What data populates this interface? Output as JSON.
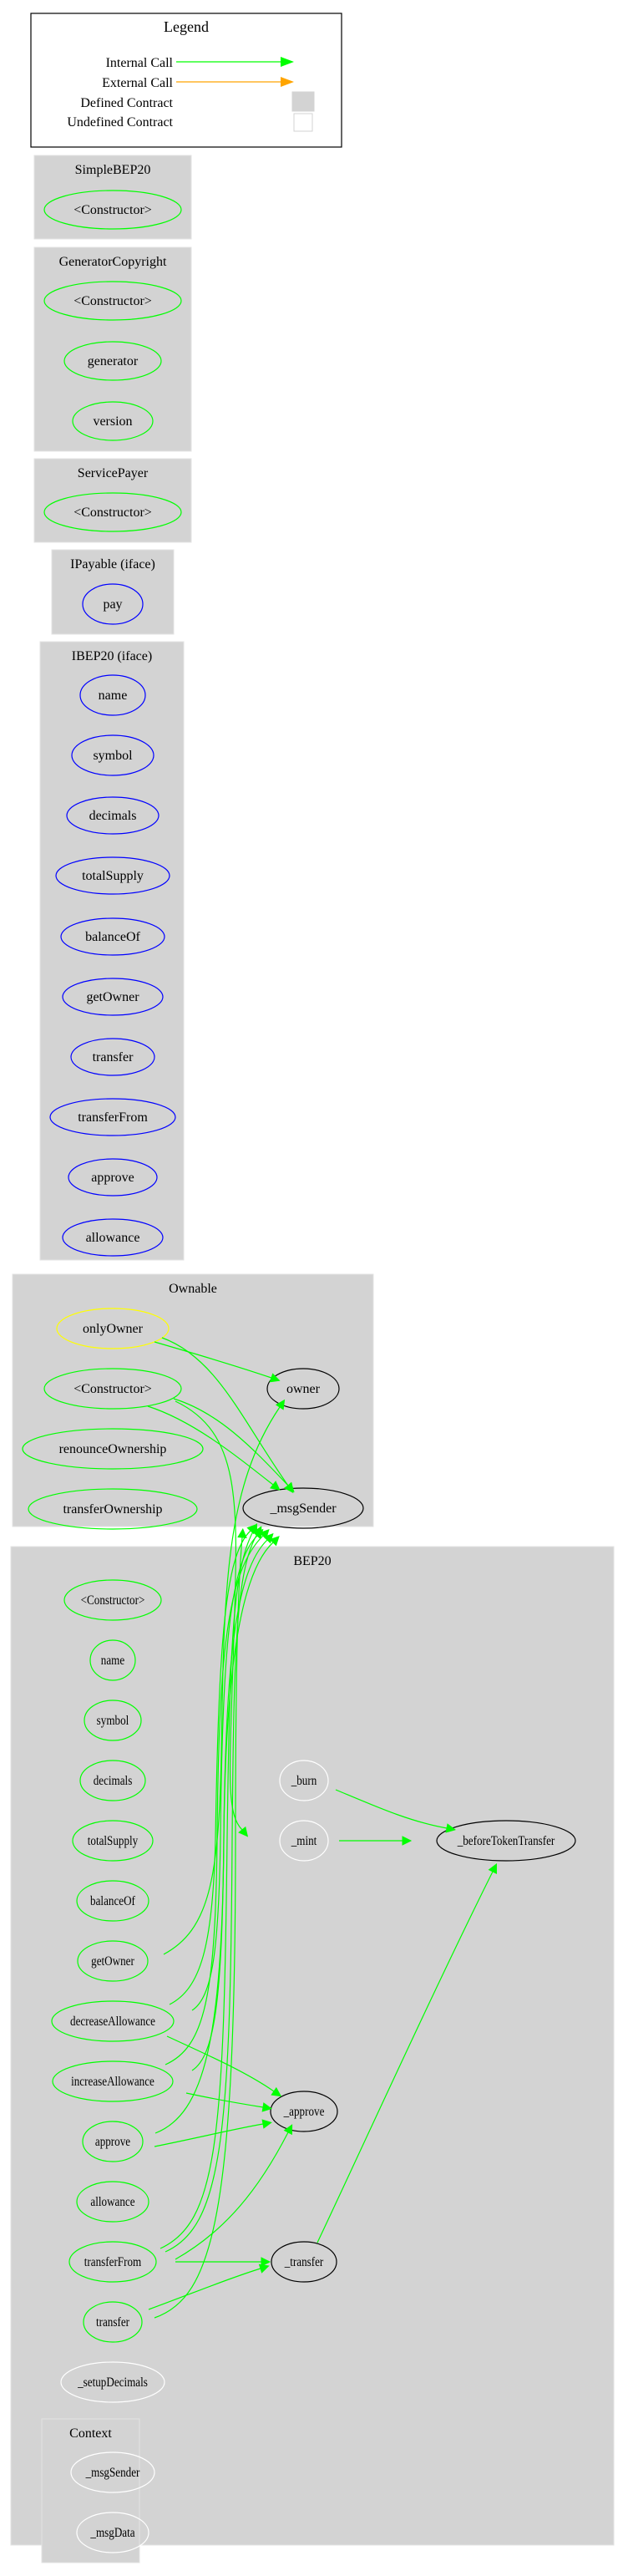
{
  "legend": {
    "title": "Legend",
    "items": [
      {
        "label": "Internal Call",
        "kind": "arrow",
        "color": "#00ff00"
      },
      {
        "label": "External Call",
        "kind": "arrow",
        "color": "#ffa500"
      },
      {
        "label": "Defined Contract",
        "kind": "swatch",
        "fill": "#d3d3d3",
        "stroke": "#d3d3d3"
      },
      {
        "label": "Undefined Contract",
        "kind": "swatch",
        "fill": "#ffffff",
        "stroke": "#d3d3d3"
      }
    ]
  },
  "colors": {
    "public": "#00ff00",
    "interface": "#0000ff",
    "modifier": "#ffff00",
    "internal": "#000000",
    "private": "#ffffff",
    "cluster": "#d3d3d3"
  },
  "clusters": [
    {
      "id": "SimpleBEP20",
      "title": "SimpleBEP20",
      "nodes": [
        {
          "id": "SimpleBEP20.ctor",
          "label": "<Constructor>",
          "kind": "public"
        }
      ]
    },
    {
      "id": "GeneratorCopyright",
      "title": "GeneratorCopyright",
      "nodes": [
        {
          "id": "GeneratorCopyright.ctor",
          "label": "<Constructor>",
          "kind": "public"
        },
        {
          "id": "GeneratorCopyright.generator",
          "label": "generator",
          "kind": "public"
        },
        {
          "id": "GeneratorCopyright.version",
          "label": "version",
          "kind": "public"
        }
      ]
    },
    {
      "id": "ServicePayer",
      "title": "ServicePayer",
      "nodes": [
        {
          "id": "ServicePayer.ctor",
          "label": "<Constructor>",
          "kind": "public"
        }
      ]
    },
    {
      "id": "IPayable",
      "title": "IPayable  (iface)",
      "nodes": [
        {
          "id": "IPayable.pay",
          "label": "pay",
          "kind": "interface"
        }
      ]
    },
    {
      "id": "IBEP20",
      "title": "IBEP20  (iface)",
      "nodes": [
        {
          "id": "IBEP20.name",
          "label": "name",
          "kind": "interface"
        },
        {
          "id": "IBEP20.symbol",
          "label": "symbol",
          "kind": "interface"
        },
        {
          "id": "IBEP20.decimals",
          "label": "decimals",
          "kind": "interface"
        },
        {
          "id": "IBEP20.totalSupply",
          "label": "totalSupply",
          "kind": "interface"
        },
        {
          "id": "IBEP20.balanceOf",
          "label": "balanceOf",
          "kind": "interface"
        },
        {
          "id": "IBEP20.getOwner",
          "label": "getOwner",
          "kind": "interface"
        },
        {
          "id": "IBEP20.transfer",
          "label": "transfer",
          "kind": "interface"
        },
        {
          "id": "IBEP20.transferFrom",
          "label": "transferFrom",
          "kind": "interface"
        },
        {
          "id": "IBEP20.approve",
          "label": "approve",
          "kind": "interface"
        },
        {
          "id": "IBEP20.allowance",
          "label": "allowance",
          "kind": "interface"
        }
      ]
    },
    {
      "id": "Ownable",
      "title": "Ownable",
      "nodes": [
        {
          "id": "Ownable.onlyOwner",
          "label": "onlyOwner",
          "kind": "modifier"
        },
        {
          "id": "Ownable.ctor",
          "label": "<Constructor>",
          "kind": "public"
        },
        {
          "id": "Ownable.renounceOwnership",
          "label": "renounceOwnership",
          "kind": "public"
        },
        {
          "id": "Ownable.transferOwnership",
          "label": "transferOwnership",
          "kind": "public"
        },
        {
          "id": "Ownable.owner",
          "label": "owner",
          "kind": "internal"
        },
        {
          "id": "Ownable._msgSender",
          "label": "_msgSender",
          "kind": "internal"
        }
      ]
    },
    {
      "id": "BEP20",
      "title": "BEP20",
      "nodes": [
        {
          "id": "BEP20.ctor",
          "label": "<Constructor>",
          "kind": "public"
        },
        {
          "id": "BEP20.name",
          "label": "name",
          "kind": "public"
        },
        {
          "id": "BEP20.symbol",
          "label": "symbol",
          "kind": "public"
        },
        {
          "id": "BEP20.decimals",
          "label": "decimals",
          "kind": "public"
        },
        {
          "id": "BEP20.totalSupply",
          "label": "totalSupply",
          "kind": "public"
        },
        {
          "id": "BEP20.balanceOf",
          "label": "balanceOf",
          "kind": "public"
        },
        {
          "id": "BEP20.getOwner",
          "label": "getOwner",
          "kind": "public"
        },
        {
          "id": "BEP20.decreaseAllowance",
          "label": "decreaseAllowance",
          "kind": "public"
        },
        {
          "id": "BEP20.increaseAllowance",
          "label": "increaseAllowance",
          "kind": "public"
        },
        {
          "id": "BEP20.approve",
          "label": "approve",
          "kind": "public"
        },
        {
          "id": "BEP20.allowance",
          "label": "allowance",
          "kind": "public"
        },
        {
          "id": "BEP20.transferFrom",
          "label": "transferFrom",
          "kind": "public"
        },
        {
          "id": "BEP20.transfer",
          "label": "transfer",
          "kind": "public"
        },
        {
          "id": "BEP20._setupDecimals",
          "label": "_setupDecimals",
          "kind": "private"
        },
        {
          "id": "BEP20._burn",
          "label": "_burn",
          "kind": "private"
        },
        {
          "id": "BEP20._mint",
          "label": "_mint",
          "kind": "private"
        },
        {
          "id": "BEP20._beforeTokenTransfer",
          "label": "_beforeTokenTransfer",
          "kind": "internal"
        },
        {
          "id": "BEP20._approve",
          "label": "_approve",
          "kind": "internal"
        },
        {
          "id": "BEP20._transfer",
          "label": "_transfer",
          "kind": "internal"
        }
      ]
    },
    {
      "id": "Context",
      "title": "Context",
      "nodes": [
        {
          "id": "Context._msgSender",
          "label": "_msgSender",
          "kind": "private"
        },
        {
          "id": "Context._msgData",
          "label": "_msgData",
          "kind": "private"
        }
      ]
    }
  ],
  "edges": [
    {
      "from": "Ownable.onlyOwner",
      "to": "Ownable.owner",
      "type": "internal"
    },
    {
      "from": "Ownable.onlyOwner",
      "to": "Ownable._msgSender",
      "type": "internal"
    },
    {
      "from": "Ownable.ctor",
      "to": "Ownable._msgSender",
      "type": "internal"
    },
    {
      "from": "Ownable.ctor",
      "to": "Ownable._msgSender",
      "type": "internal"
    },
    {
      "from": "Ownable.ctor",
      "to": "BEP20._mint",
      "type": "internal"
    },
    {
      "from": "BEP20.getOwner",
      "to": "Ownable.owner",
      "type": "internal"
    },
    {
      "from": "BEP20.decreaseAllowance",
      "to": "Ownable._msgSender",
      "type": "internal"
    },
    {
      "from": "BEP20.decreaseAllowance",
      "to": "Ownable._msgSender",
      "type": "internal"
    },
    {
      "from": "BEP20.decreaseAllowance",
      "to": "BEP20._approve",
      "type": "internal"
    },
    {
      "from": "BEP20.increaseAllowance",
      "to": "Ownable._msgSender",
      "type": "internal"
    },
    {
      "from": "BEP20.increaseAllowance",
      "to": "Ownable._msgSender",
      "type": "internal"
    },
    {
      "from": "BEP20.increaseAllowance",
      "to": "BEP20._approve",
      "type": "internal"
    },
    {
      "from": "BEP20.approve",
      "to": "Ownable._msgSender",
      "type": "internal"
    },
    {
      "from": "BEP20.approve",
      "to": "BEP20._approve",
      "type": "internal"
    },
    {
      "from": "BEP20.transferFrom",
      "to": "Ownable._msgSender",
      "type": "internal"
    },
    {
      "from": "BEP20.transferFrom",
      "to": "Ownable._msgSender",
      "type": "internal"
    },
    {
      "from": "BEP20.transferFrom",
      "to": "BEP20._approve",
      "type": "internal"
    },
    {
      "from": "BEP20.transferFrom",
      "to": "BEP20._transfer",
      "type": "internal"
    },
    {
      "from": "BEP20.transfer",
      "to": "Ownable._msgSender",
      "type": "internal"
    },
    {
      "from": "BEP20.transfer",
      "to": "BEP20._transfer",
      "type": "internal"
    },
    {
      "from": "BEP20._burn",
      "to": "BEP20._beforeTokenTransfer",
      "type": "internal"
    },
    {
      "from": "BEP20._mint",
      "to": "BEP20._beforeTokenTransfer",
      "type": "internal"
    },
    {
      "from": "BEP20._transfer",
      "to": "BEP20._beforeTokenTransfer",
      "type": "internal"
    }
  ]
}
